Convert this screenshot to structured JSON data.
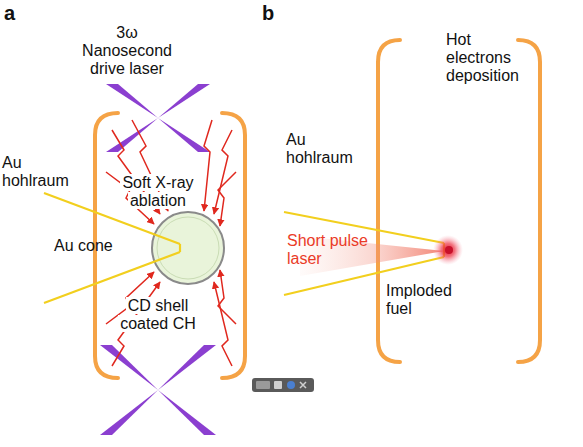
{
  "diagram": {
    "labels": [
      "a",
      "b",
      "3ω",
      "Nanosecond drive laser",
      "Au hohlraum",
      "Soft X-ray ablation",
      "Au cone",
      "CD shell coated CH",
      "Au hohlraum",
      "Hot electrons deposition",
      "Short pulse laser",
      "Imploded fuel"
    ]
  }
}
